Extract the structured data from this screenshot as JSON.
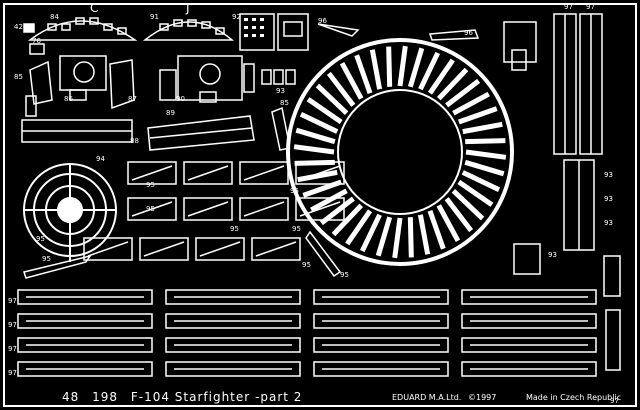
{
  "sheet": {
    "set_number": "48",
    "set_code": "198",
    "kit_name": "F-104 Starfighter -part 2",
    "maker": "EDUARD M.A.Ltd.",
    "copyright": "©1997",
    "origin": "Made in Czech Republic",
    "metal_color": "#ffffff",
    "background_color": "#000000"
  },
  "panels": {
    "left_panel_letter": "C",
    "right_panel_letter": "J"
  },
  "part_numbers": {
    "p42": "42",
    "p84": "84",
    "p91": "91",
    "p92": "92",
    "p96": "96",
    "p76": "76",
    "p85": "85",
    "p86": "86",
    "p87": "87",
    "p90": "90",
    "p89": "89",
    "p88": "88",
    "p93": "93",
    "p94": "94",
    "p95": "95",
    "p97": "97"
  }
}
